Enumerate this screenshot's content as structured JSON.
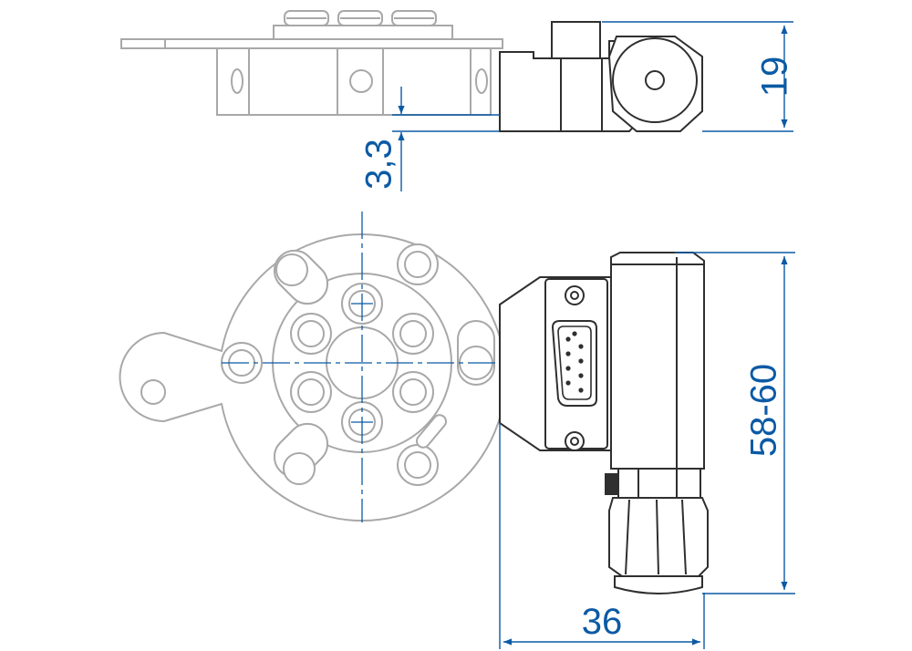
{
  "dimensions": {
    "height_top_right": "19",
    "gap_top": "3,3",
    "height_bottom_right": "58-60",
    "width_bottom": "36"
  },
  "colors": {
    "dimension": "#0b5aa5",
    "ghost_outline": "#a8a8a8",
    "solid_outline": "#2f2f2f",
    "fill": "#ffffff"
  }
}
